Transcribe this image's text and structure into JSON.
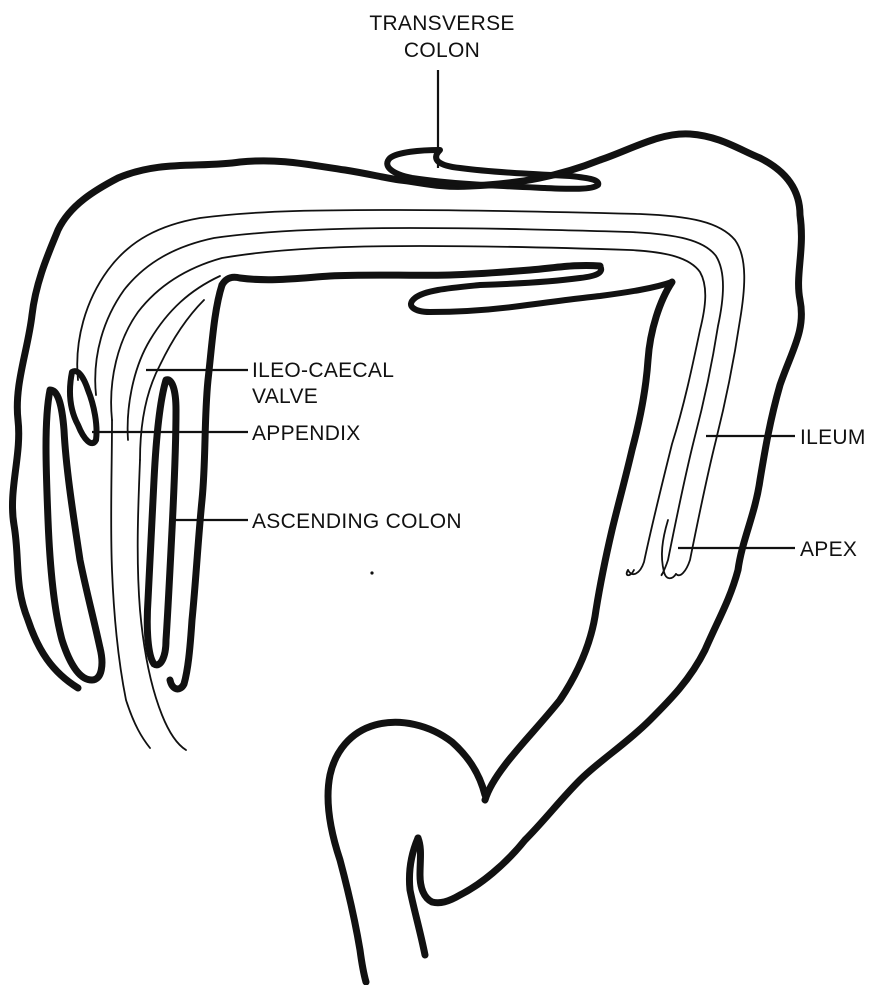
{
  "diagram": {
    "labels": {
      "transverse_colon_line1": "TRANSVERSE",
      "transverse_colon_line2": "COLON",
      "ileo_caecal_valve_line1": "ILEO-CAECAL",
      "ileo_caecal_valve_line2": "VALVE",
      "appendix": "APPENDIX",
      "ascending_colon": "ASCENDING COLON",
      "ileum": "ILEUM",
      "apex": "APEX"
    },
    "colors": {
      "ink": "#111111",
      "background": "#ffffff"
    }
  }
}
